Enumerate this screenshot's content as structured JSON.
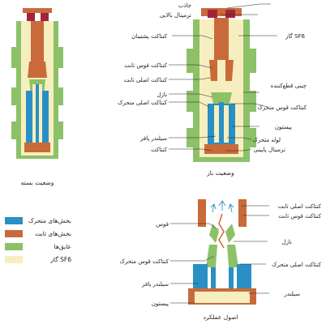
{
  "colors": {
    "moving": "#2a8fc4",
    "fixed": "#c96a3a",
    "insulator": "#8cc168",
    "gas": "#f7eec0",
    "terminal": "#a3243a"
  },
  "captions": {
    "closed": "وضعیت بسته",
    "open": "وضعیت باز",
    "operation": "اصول عملکرد"
  },
  "legend": [
    {
      "label": "بخش‌های متحرک",
      "color": "#2a8fc4"
    },
    {
      "label": "بخش‌های ثابت",
      "color": "#c96a3a"
    },
    {
      "label": "عایق‌ها",
      "color": "#8cc168"
    },
    {
      "label": "گاز SF6",
      "color": "#f7eec0"
    }
  ],
  "open_labels": {
    "attractor": "جاذب",
    "upper_terminal": "ترمینال بالایی",
    "support_contact": "کنتاکت پشتیبان",
    "sf6_gas": "گاز SF6",
    "fixed_arc_contact": "کنتاکت قوس ثابت",
    "fixed_main_contact": "کنتاکت اصلی ثابت",
    "interrupter_porcelain": "چینی قطع‌کننده",
    "nozzle": "نازل",
    "moving_main_contact": "کنتاکت اصلی متحرک",
    "moving_arc_contact": "کنتاکت قوس متحرک",
    "piston": "پیستون",
    "puffer_cylinder": "سیلندر پافر",
    "moving_tube": "لوله متحرک",
    "contact": "کنتاکت",
    "lower_terminal": "ترمینال پایینی"
  },
  "operation_labels": {
    "fixed_main_contact": "کنتاکت اصلی ثابت",
    "fixed_arc_contact": "کنتاکت قوس ثابت",
    "arc": "قوس",
    "nozzle": "نازل",
    "moving_arc_contact": "کنتاکت قوس متحرک",
    "moving_main_contact": "کنتاکت اصلی متحرک",
    "puffer_cylinder": "سیلندر پافر",
    "cylinder": "سیلندر",
    "piston": "پیستون"
  }
}
